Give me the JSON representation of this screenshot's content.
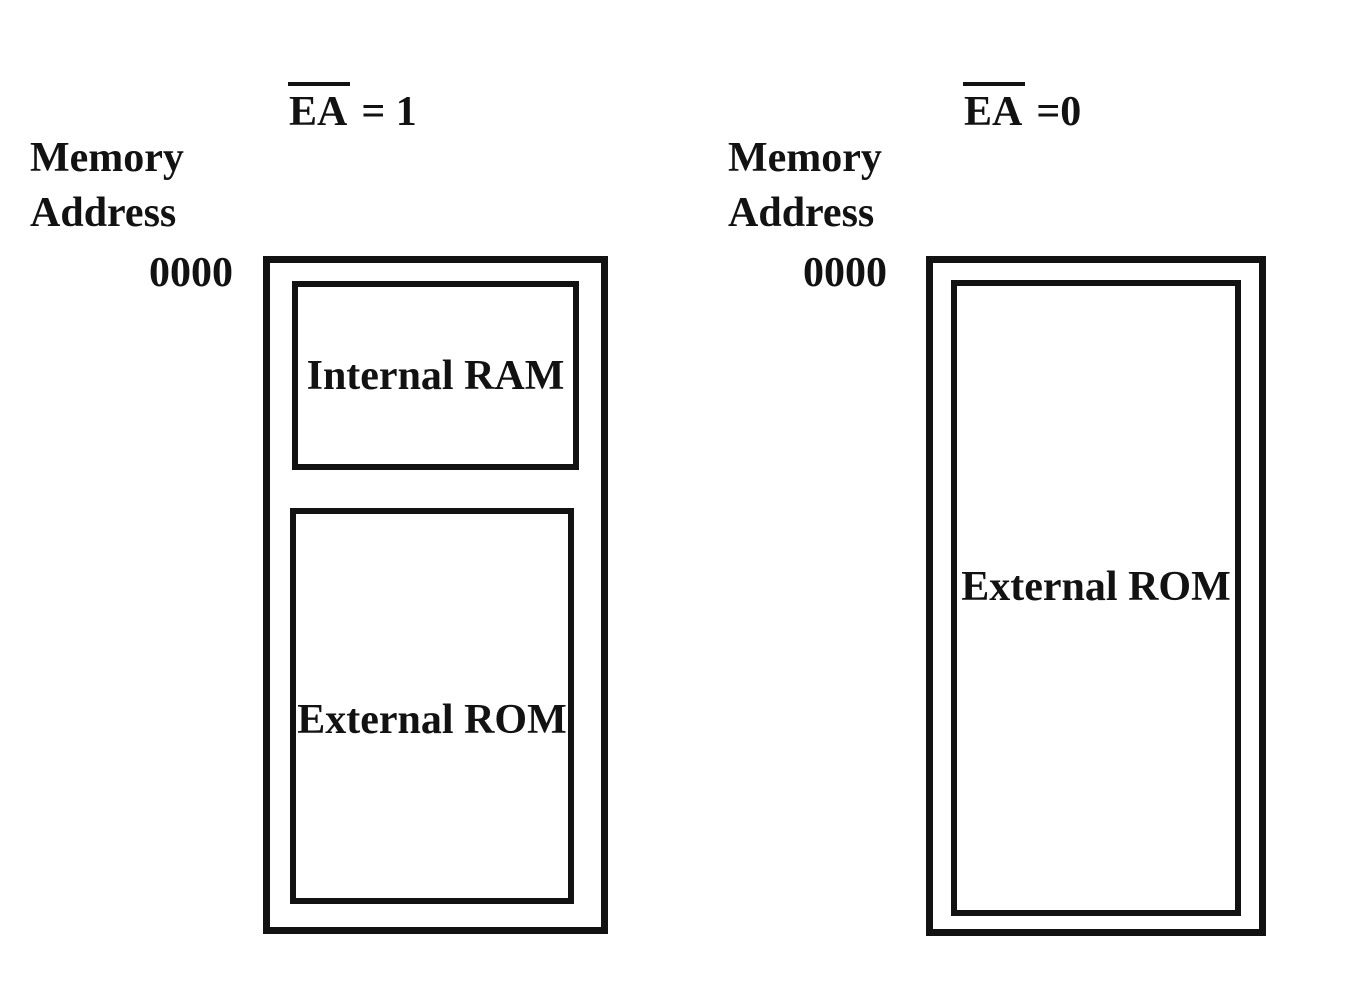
{
  "figure": {
    "kind": "memory-map-diagram",
    "ink_color": "#121212",
    "background_color": "#ffffff"
  },
  "panels": [
    {
      "id": "left",
      "title": {
        "signal": "EA",
        "relation": "= 1"
      },
      "memory_label": {
        "line1": "Memory",
        "line2": "Address"
      },
      "address": "0000",
      "blocks": [
        {
          "label": "Internal RAM"
        },
        {
          "label": "External ROM"
        }
      ]
    },
    {
      "id": "right",
      "title": {
        "signal": "EA",
        "relation": "=0"
      },
      "memory_label": {
        "line1": "Memory",
        "line2": "Address"
      },
      "address": "0000",
      "blocks": [
        {
          "label": "External ROM"
        }
      ]
    }
  ]
}
